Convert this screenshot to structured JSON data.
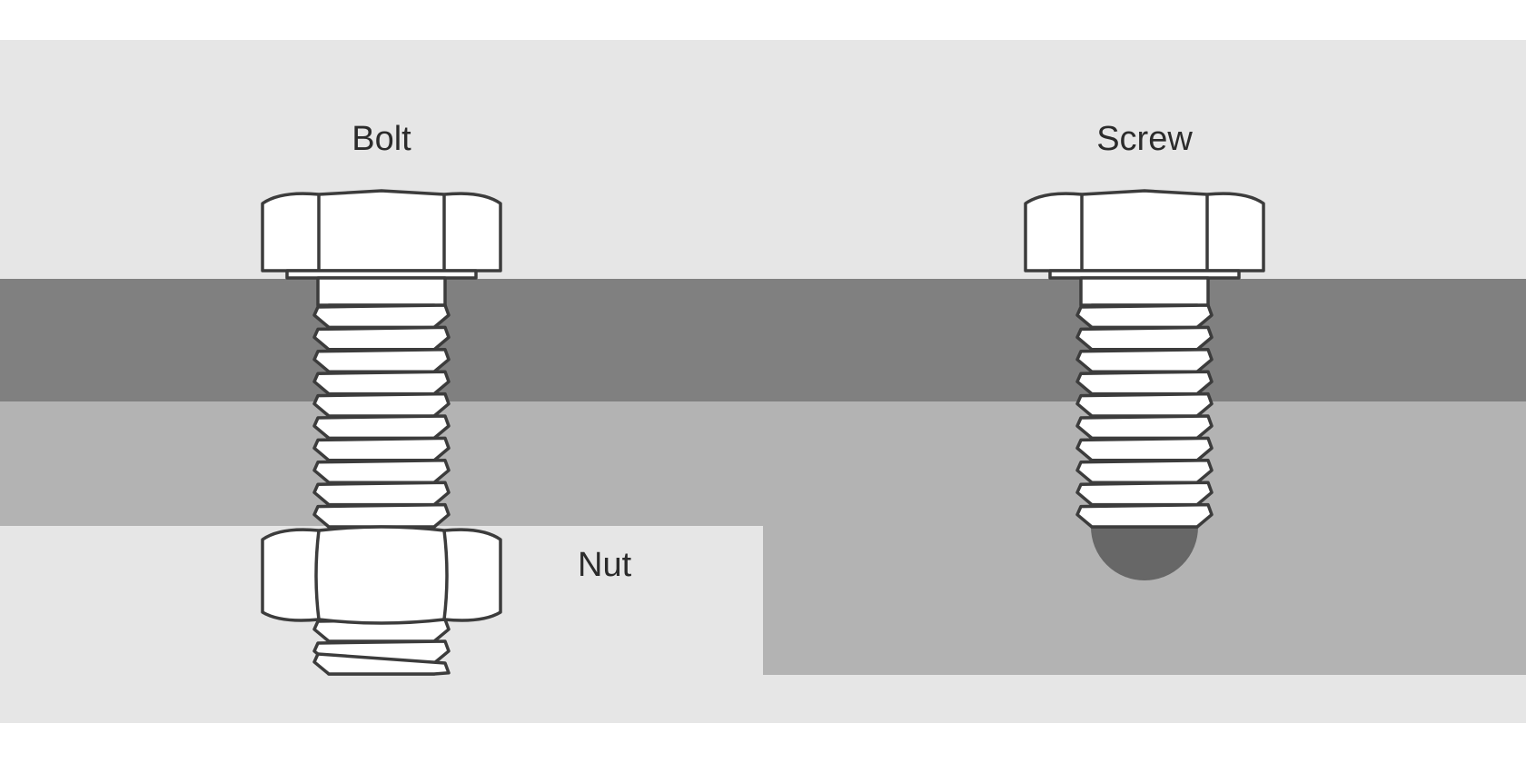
{
  "labels": {
    "bolt": "Bolt",
    "screw": "Screw",
    "nut": "Nut"
  },
  "colors": {
    "background": "#e6e6e6",
    "top_plate": "#808080",
    "lower_plate": "#b3b3b3",
    "hole_tip": "#676767",
    "part_fill": "#ffffff",
    "outline": "#3c3c3c"
  }
}
